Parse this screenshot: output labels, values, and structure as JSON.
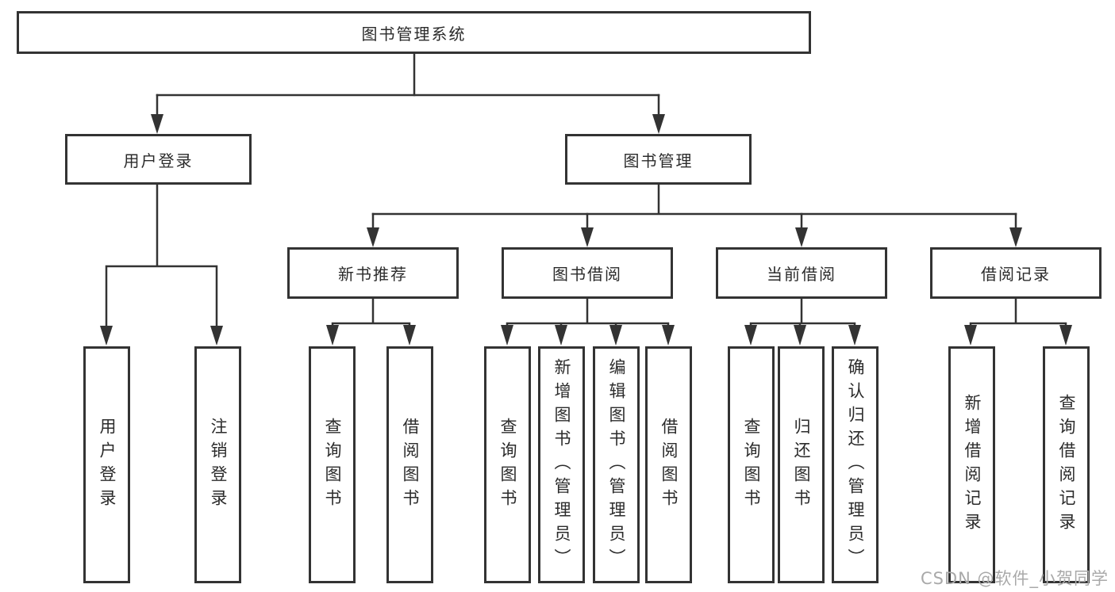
{
  "diagram": {
    "root": {
      "label": "图书管理系统"
    },
    "branches": [
      {
        "label": "用户登录",
        "children": [
          {
            "label": "用户登录"
          },
          {
            "label": "注销登录"
          }
        ]
      },
      {
        "label": "图书管理",
        "children": [
          {
            "label": "新书推荐",
            "children": [
              {
                "label": "查询图书"
              },
              {
                "label": "借阅图书"
              }
            ]
          },
          {
            "label": "图书借阅",
            "children": [
              {
                "label": "查询图书"
              },
              {
                "label": "新增图书（管理员）"
              },
              {
                "label": "编辑图书（管理员）"
              },
              {
                "label": "借阅图书"
              }
            ]
          },
          {
            "label": "当前借阅",
            "children": [
              {
                "label": "查询图书"
              },
              {
                "label": "归还图书"
              },
              {
                "label": "确认归还（管理员）"
              }
            ]
          },
          {
            "label": "借阅记录",
            "children": [
              {
                "label": "新增借阅记录"
              },
              {
                "label": "查询借阅记录"
              }
            ]
          }
        ]
      }
    ]
  },
  "watermark": {
    "text": "CSDN @软件_小贺同学"
  },
  "colors": {
    "line": "#333333",
    "box_border": "#333333",
    "text": "#2b2b2b",
    "watermark": "#a9a9a9",
    "background": "#ffffff"
  }
}
